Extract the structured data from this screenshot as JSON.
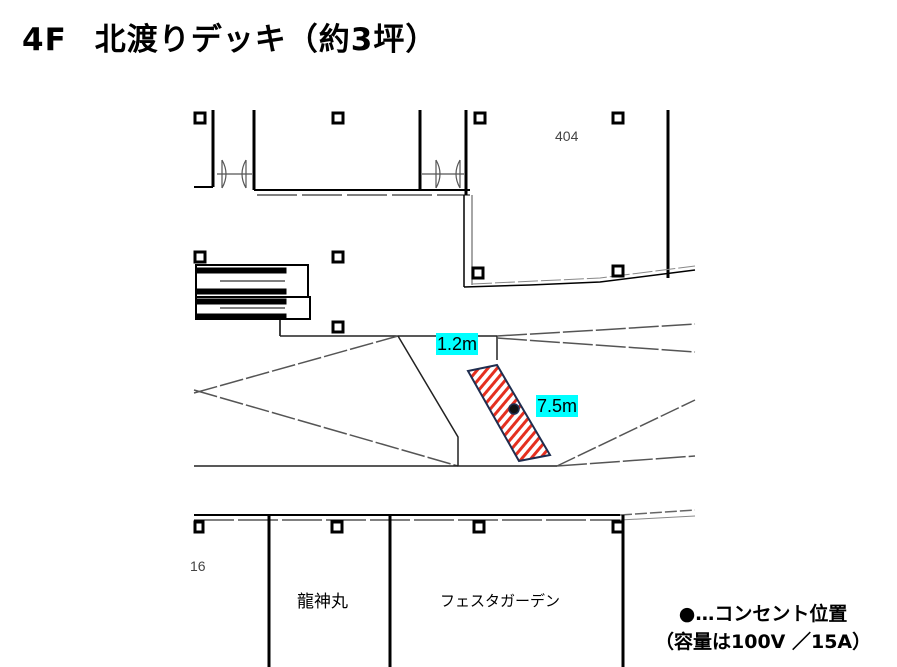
{
  "header": {
    "floor": "4F",
    "title": "北渡りデッキ（約3坪）"
  },
  "plan": {
    "rooms": [
      {
        "id": "404",
        "label": "404"
      },
      {
        "id": "16",
        "label": "16"
      },
      {
        "id": "ryujinmaru",
        "label": "龍神丸"
      },
      {
        "id": "festa-garden",
        "label": "フェスタガーデン"
      }
    ],
    "dimensions": {
      "width": "1.2m",
      "length": "7.5m"
    },
    "area": {
      "fill_color": "#e53020",
      "stripe_bg": "#ffffff",
      "border_color": "#1f2d4f",
      "outlet_color": "#111111",
      "dim_label_bg": "#00ffff"
    }
  },
  "legend": {
    "outlet": "●…コンセント位置",
    "capacity": "（容量は100V ／15A）"
  }
}
